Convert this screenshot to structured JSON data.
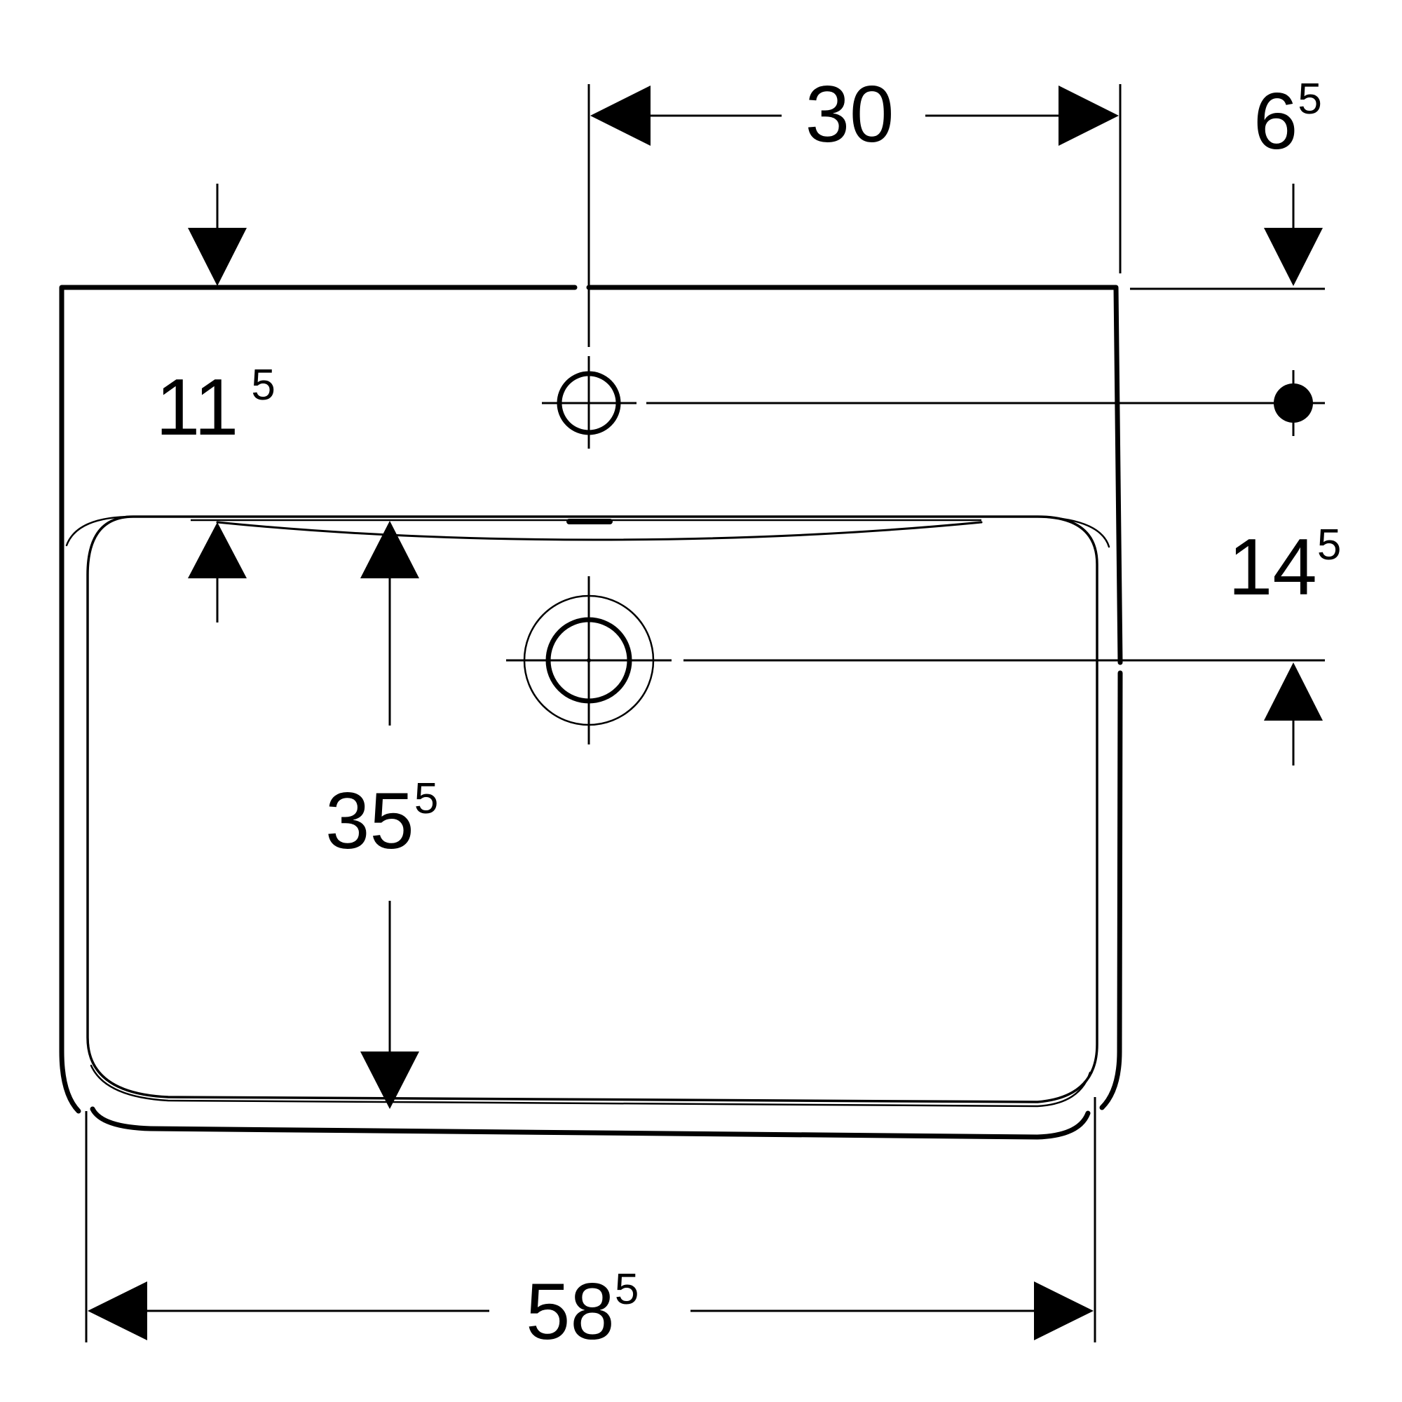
{
  "drawing": {
    "line_color": "#000000",
    "background": "#ffffff",
    "dimensions": {
      "tap_hole_offset": {
        "main": "30",
        "sup": ""
      },
      "rim_to_tap_hole_right": {
        "main": "6",
        "sup": "5"
      },
      "rim_to_tap_hole_left": {
        "main": "11",
        "sup": "5"
      },
      "tap_hole_to_waste": {
        "main": "14",
        "sup": "5"
      },
      "bowl_depth": {
        "main": "35",
        "sup": "5"
      },
      "bowl_width": {
        "main": "58",
        "sup": "5"
      }
    }
  }
}
